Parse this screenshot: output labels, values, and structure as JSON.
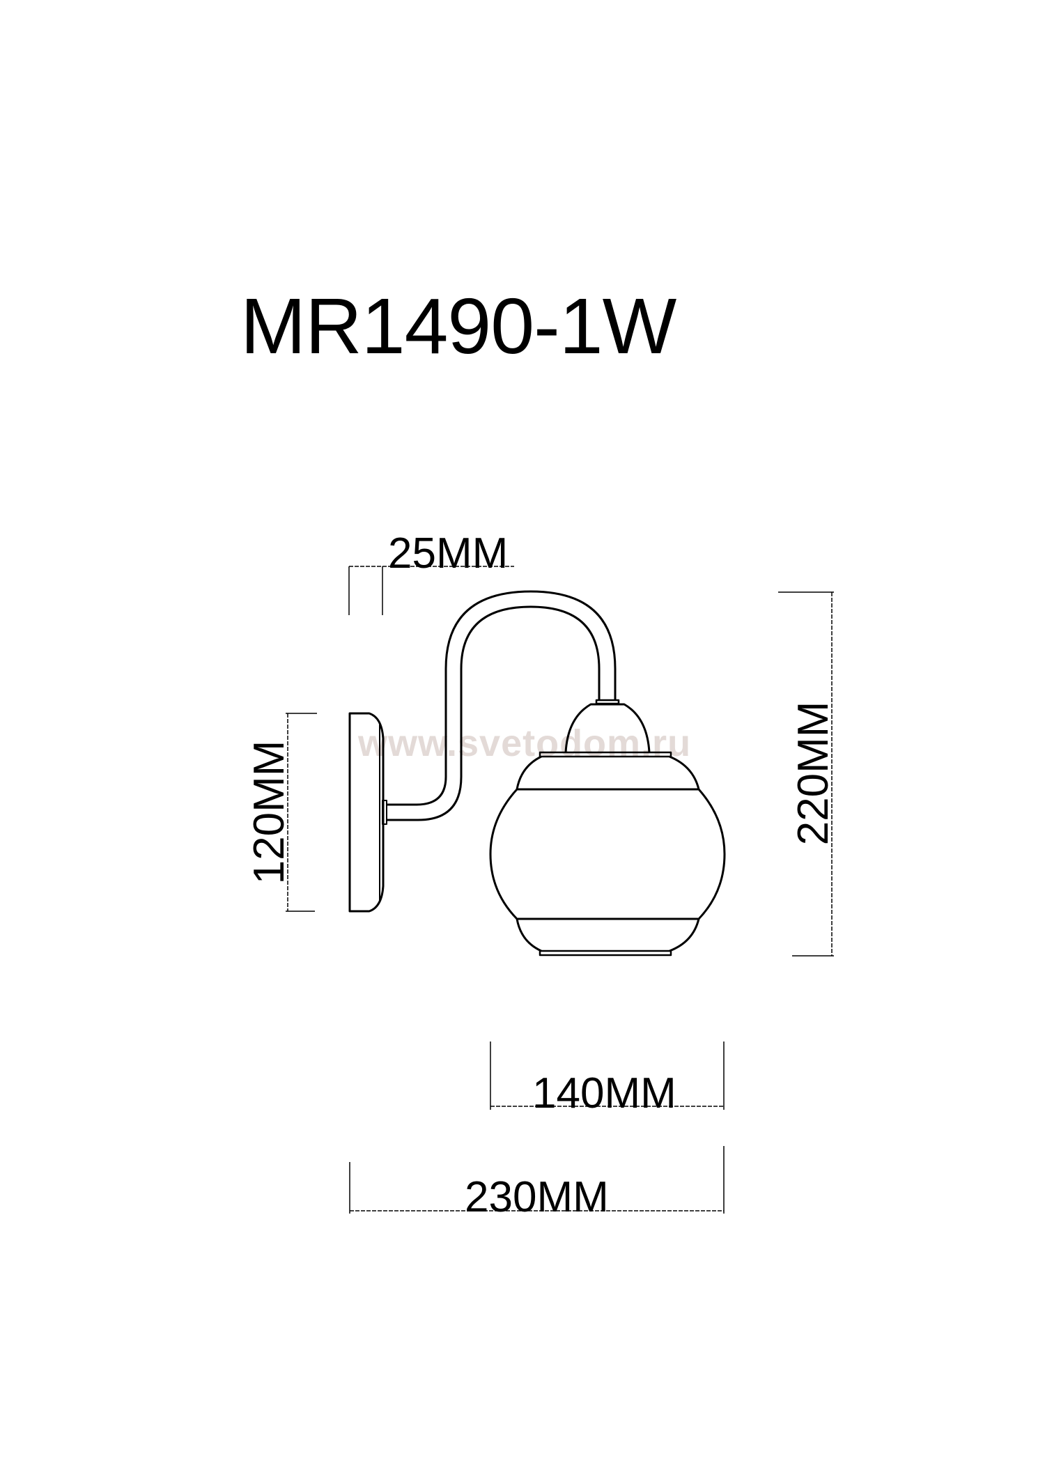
{
  "drawing": {
    "model": "MR1490-1W",
    "watermark": "www.svetodom.ru",
    "dimensions": {
      "wall_offset": "25MM",
      "plate_height": "120MM",
      "total_height": "220MM",
      "shade_width": "140MM",
      "total_projection": "230MM"
    },
    "colors": {
      "line": "#000000",
      "watermark": "#e0d6d3",
      "background": "#ffffff"
    }
  }
}
